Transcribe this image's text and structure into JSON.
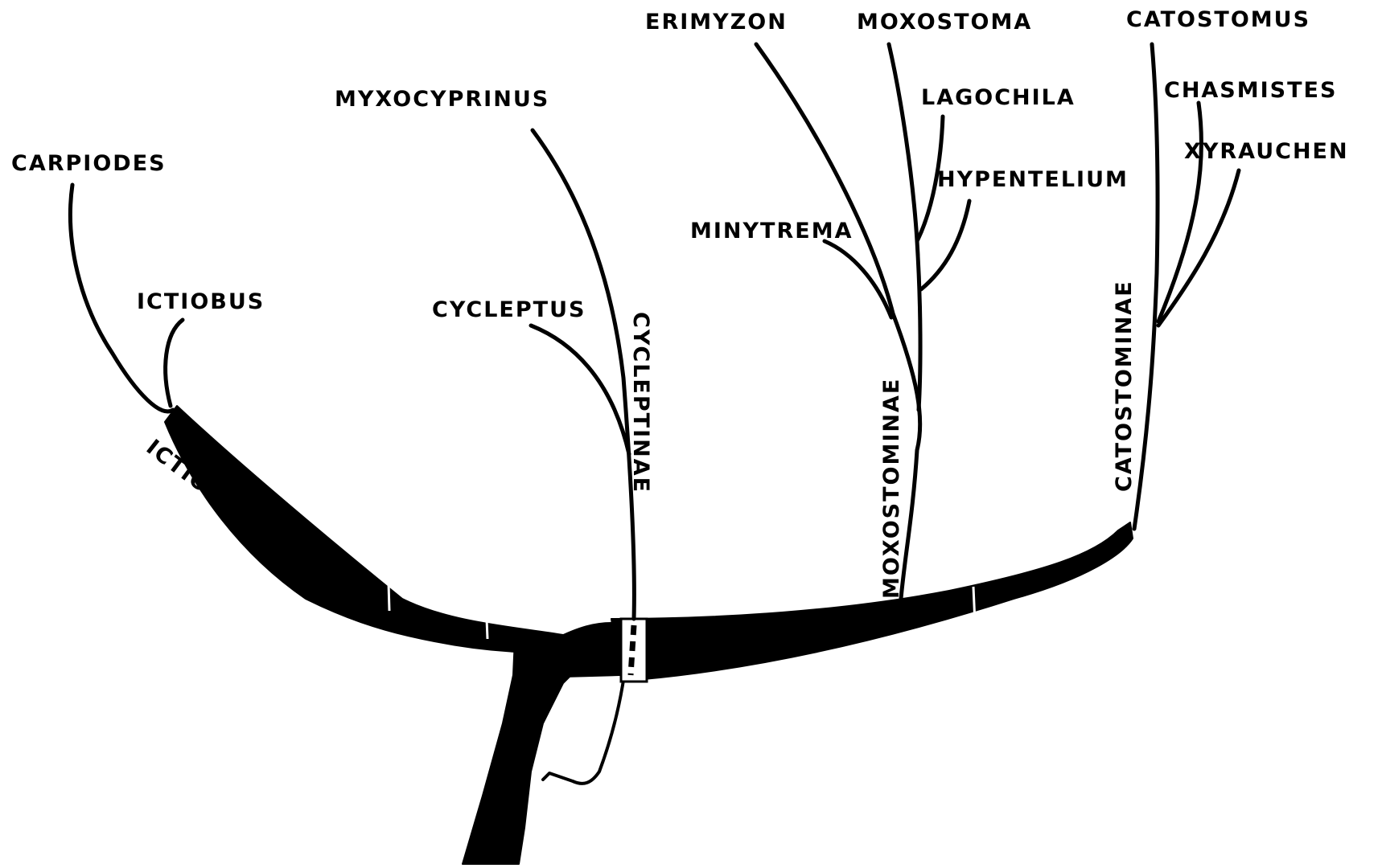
{
  "genera": [
    {
      "id": "carpiodes",
      "label": "CARPIODES"
    },
    {
      "id": "ictiobus",
      "label": "ICTIOBUS"
    },
    {
      "id": "myxocyprinus",
      "label": "MYXOCYPRINUS"
    },
    {
      "id": "cycleptus",
      "label": "CYCLEPTUS"
    },
    {
      "id": "erimyzon",
      "label": "ERIMYZON"
    },
    {
      "id": "minytrema",
      "label": "MINYTREMA"
    },
    {
      "id": "moxostoma",
      "label": "MOXOSTOMA"
    },
    {
      "id": "lagochila",
      "label": "LAGOCHILA"
    },
    {
      "id": "hypentelium",
      "label": "HYPENTELIUM"
    },
    {
      "id": "catostomus",
      "label": "CATOSTOMUS"
    },
    {
      "id": "chasmistes",
      "label": "CHASMISTES"
    },
    {
      "id": "xyrauchen",
      "label": "XYRAUCHEN"
    }
  ],
  "subfamilies": [
    {
      "id": "ictiobinae",
      "label": "ICTIOBINAE"
    },
    {
      "id": "cycleptinae",
      "label": "CYCLEPTINAE"
    },
    {
      "id": "moxostominae",
      "label": "MOXOSTOMINAE"
    },
    {
      "id": "catostominae",
      "label": "CATOSTOMINAE"
    }
  ]
}
